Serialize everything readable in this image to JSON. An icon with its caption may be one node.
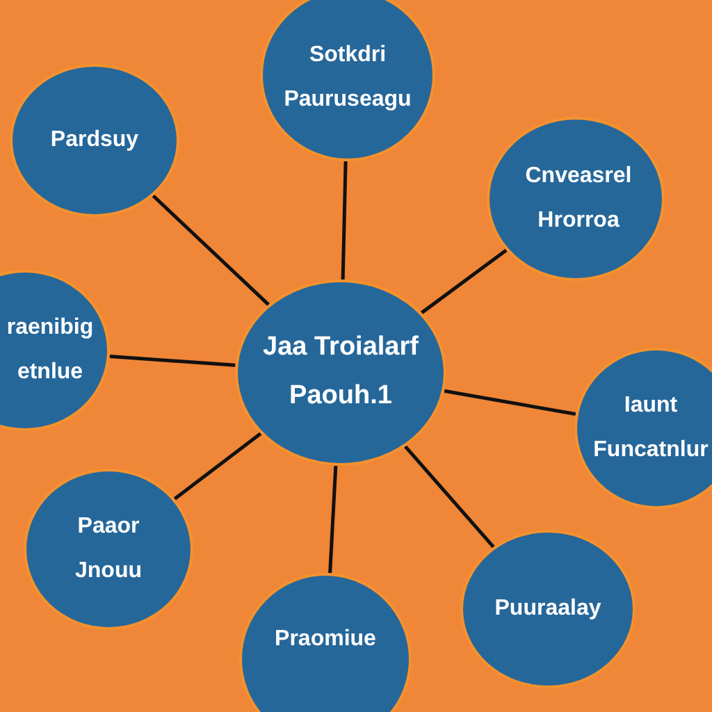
{
  "diagram": {
    "nodes": [
      {
        "text": [
          "Jaa Troialarf",
          "Paouh.1"
        ]
      },
      {
        "text": [
          "Sotkdri",
          "Pauruseagu"
        ]
      },
      {
        "text": [
          "Cnveasrel",
          "Hrorroa"
        ]
      },
      {
        "text": [
          "Iaunt",
          "Funcatnlur"
        ]
      },
      {
        "text": [
          "Puuraalay"
        ]
      },
      {
        "text": [
          "Praomiue"
        ]
      },
      {
        "text": [
          "Paaor",
          "Jnouu"
        ]
      },
      {
        "text": [
          "raenibig",
          "etnlue"
        ]
      },
      {
        "text": [
          "Pardsuy"
        ]
      }
    ],
    "edges": [
      {
        "from": 0,
        "to": 1,
        "arrow": "none"
      },
      {
        "from": 0,
        "to": 2,
        "arrow": "none"
      },
      {
        "from": 0,
        "to": 3,
        "arrow": "none"
      },
      {
        "from": 0,
        "to": 4,
        "arrow": "none"
      },
      {
        "from": 0,
        "to": 5,
        "arrow": "none"
      },
      {
        "from": 0,
        "to": 6,
        "arrow": "none"
      },
      {
        "from": 0,
        "to": 7,
        "arrow": "none"
      },
      {
        "from": 0,
        "to": 8,
        "arrow": "none"
      }
    ]
  }
}
